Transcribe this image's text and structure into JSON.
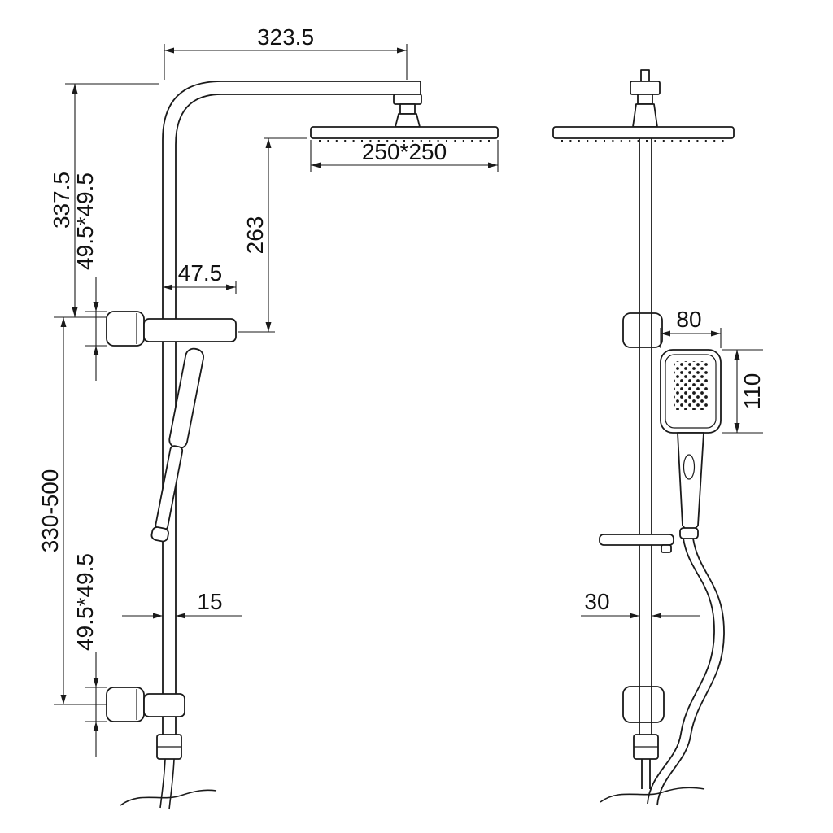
{
  "page": {
    "background": "#ffffff",
    "line_color": "#1a1a1a"
  },
  "side_view": {
    "dims": {
      "arm_reach": "323.5",
      "upper_height": "337.5",
      "upper_bracket_plate": "49.5*49.5",
      "bracket_offset": "47.5",
      "head_to_holder_drop": "263",
      "head_size": "250*250",
      "height_range": "330-500",
      "lower_bracket_plate": "49.5*49.5",
      "rail_depth": "15"
    }
  },
  "front_view": {
    "dims": {
      "handset_width": "80",
      "handset_height": "110",
      "rail_width": "30"
    }
  }
}
